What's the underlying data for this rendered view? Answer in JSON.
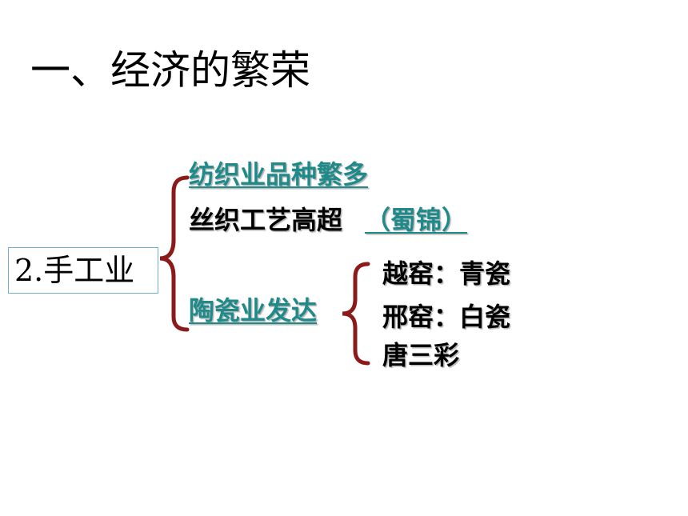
{
  "title": "一、经济的繁荣",
  "root": {
    "label": "2.手工业"
  },
  "branches": {
    "textile": {
      "label": "纺织业品种繁多"
    },
    "silk": {
      "label": "丝织工艺高超",
      "link": "（蜀锦）"
    },
    "ceramics": {
      "label": "陶瓷业发达",
      "items": [
        "越窑：青瓷",
        "邢窑：白瓷",
        "唐三彩"
      ]
    }
  },
  "colors": {
    "brace": "#8b1a1a",
    "link": "#1f8a8a",
    "box_border": "#6fb0d0"
  }
}
